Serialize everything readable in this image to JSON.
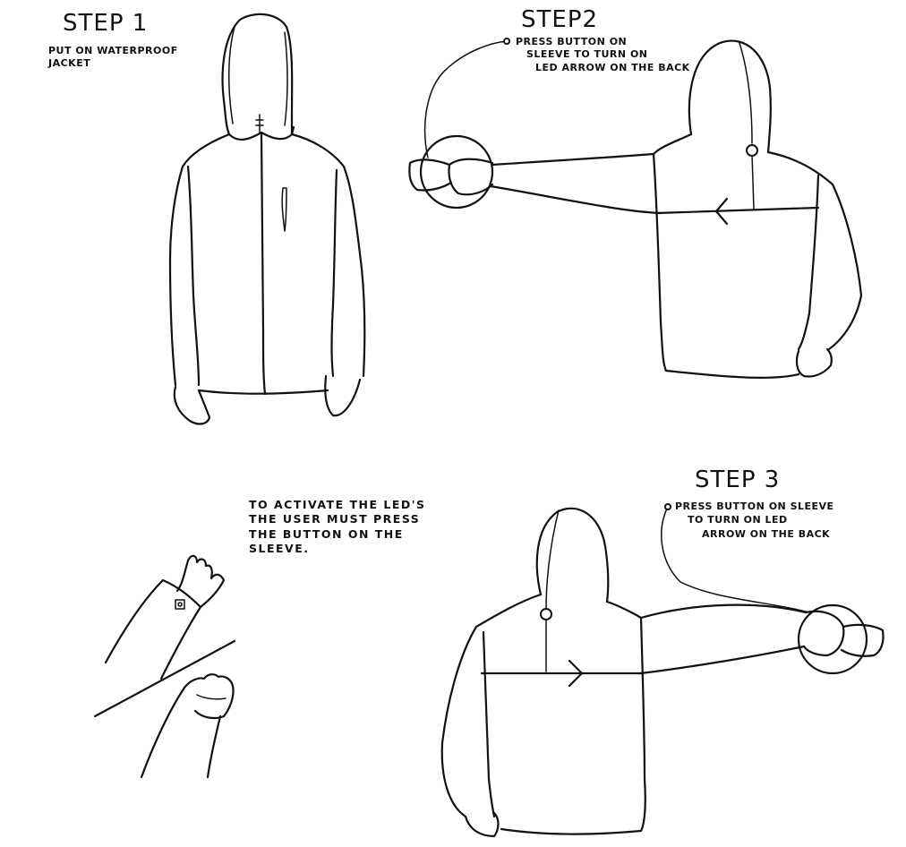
{
  "steps": {
    "step1": {
      "title": "STEP 1",
      "lines": [
        "PUT ON WATERPROOF",
        "JACKET"
      ]
    },
    "step2": {
      "title": "STEP2",
      "lines": [
        "PRESS BUTTON ON",
        "SLEEVE TO TURN ON",
        "LED ARROW ON THE BACK"
      ]
    },
    "step3": {
      "title": "STEP 3",
      "lines": [
        "PRESS BUTTON ON SLEEVE",
        "TO TURN ON LED",
        "ARROW ON THE BACK"
      ]
    }
  },
  "activation_note": {
    "lines": [
      "TO ACTIVATE THE LED'S",
      "THE USER MUST PRESS",
      "THE BUTTON ON THE",
      "SLEEVE."
    ]
  },
  "colors": {
    "ink": "#111111",
    "paper": "#ffffff"
  }
}
